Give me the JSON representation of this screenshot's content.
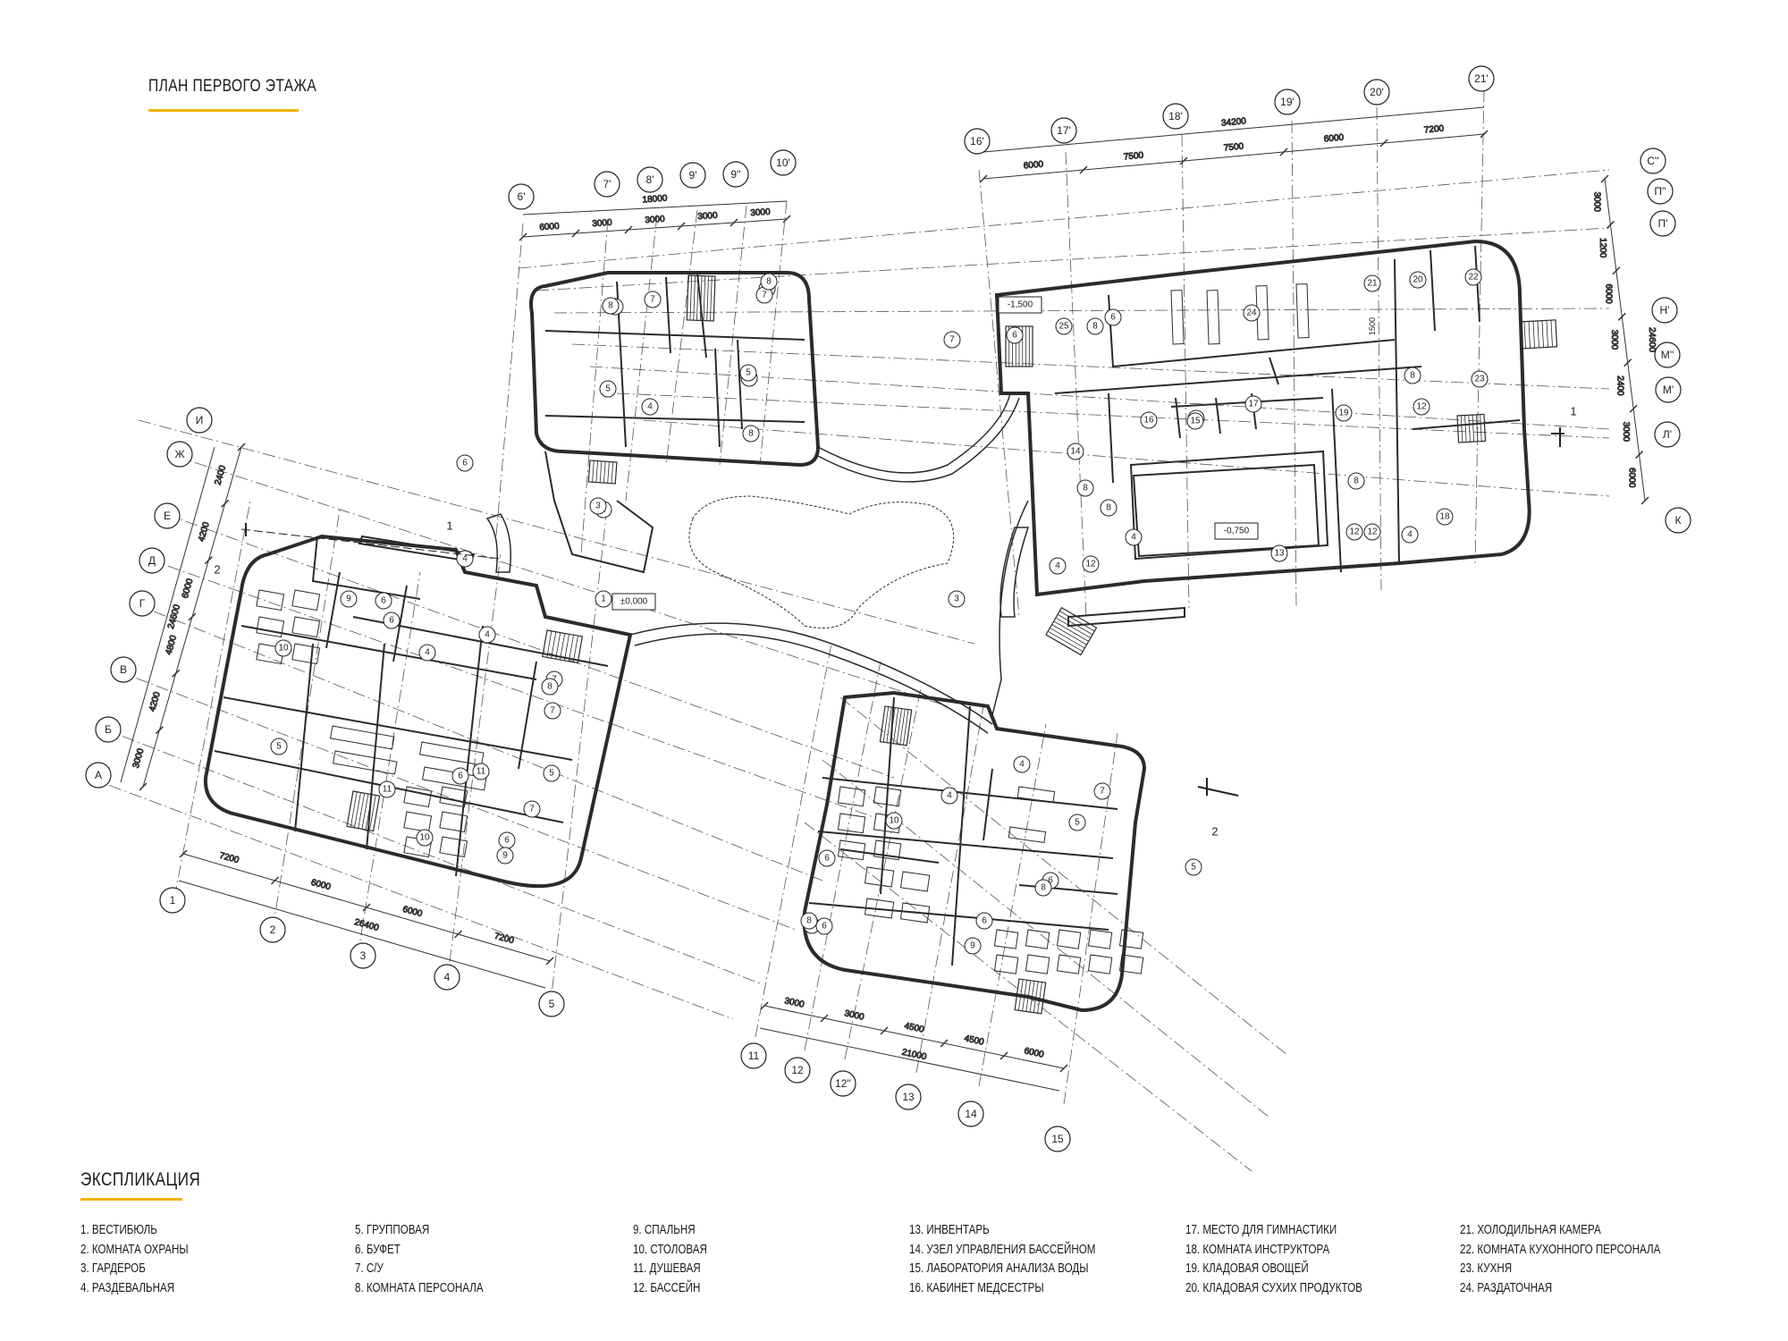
{
  "title": "ПЛАН ПЕРВОГО ЭТАЖА",
  "colors": {
    "accent": "#f2b400",
    "line": "#2b2b2b"
  },
  "levels": [
    "±0,000",
    "-1,500",
    "-0,750"
  ],
  "axes": {
    "top_left": [
      "6'",
      "7'",
      "8'",
      "9'",
      "9''",
      "10'"
    ],
    "top_right": [
      "16'",
      "17'",
      "18'",
      "19'",
      "20'",
      "21'"
    ],
    "right": [
      "С''",
      "П''",
      "П'",
      "Н'",
      "М''",
      "М'",
      "Л'",
      "К"
    ],
    "left": [
      "И",
      "Ж",
      "Е",
      "Д",
      "Г",
      "В",
      "Б",
      "А"
    ],
    "bottom_left": [
      "1",
      "2",
      "3",
      "4",
      "5"
    ],
    "bottom_right": [
      "11",
      "12",
      "12''",
      "13",
      "14",
      "15"
    ]
  },
  "dimensions": {
    "top_left_total": "18000",
    "top_left": [
      "6000",
      "3000",
      "3000",
      "3000",
      "3000"
    ],
    "top_right_total": "34200",
    "top_right": [
      "6000",
      "7500",
      "7500",
      "6000",
      "7200"
    ],
    "right_total": "24600",
    "right": [
      "3000",
      "1200",
      "6000",
      "3000",
      "2400",
      "3000",
      "6000"
    ],
    "left_total": "24600",
    "left": [
      "2400",
      "4200",
      "6000",
      "4800",
      "4200",
      "3000"
    ],
    "bottom_left_total": "26400",
    "bottom_left": [
      "7200",
      "6000",
      "6000",
      "7200"
    ],
    "bottom_right_total": "21000",
    "bottom_right": [
      "3000",
      "3000",
      "4500",
      "4500",
      "6000"
    ],
    "stair_width": "1500"
  },
  "sections": {
    "s1": "1",
    "s2": "2"
  },
  "room_tags": [
    "1",
    "2",
    "3",
    "4",
    "5",
    "6",
    "7",
    "8",
    "9",
    "10",
    "11",
    "12",
    "13",
    "14",
    "15",
    "16",
    "17",
    "18",
    "19",
    "20",
    "21",
    "22",
    "23",
    "24",
    "25"
  ],
  "explication": {
    "title": "ЭКСПЛИКАЦИЯ",
    "col1": [
      "1.  ВЕСТИБЮЛЬ",
      "2.  КОМНАТА ОХРАНЫ",
      "3.  ГАРДЕРОБ",
      "4.  РАЗДЕВАЛЬНАЯ"
    ],
    "col2": [
      "5.  ГРУППОВАЯ",
      "6.  БУФЕТ",
      "7.  С/У",
      "8.  КОМНАТА ПЕРСОНАЛА"
    ],
    "col3": [
      "9.  СПАЛЬНЯ",
      "10. СТОЛОВАЯ",
      "11. ДУШЕВАЯ",
      "12. БАССЕЙН"
    ],
    "col4": [
      "13. ИНВЕНТАРЬ",
      "14. УЗЕЛ УПРАВЛЕНИЯ БАССЕЙНОМ",
      "15. ЛАБОРАТОРИЯ АНАЛИЗА ВОДЫ",
      "16. КАБИНЕТ МЕДСЕСТРЫ"
    ],
    "col5": [
      "17. МЕСТО ДЛЯ ГИМНАСТИКИ",
      "18. КОМНАТА ИНСТРУКТОРА",
      "19. КЛАДОВАЯ ОВОЩЕЙ",
      "20. КЛАДОВАЯ СУХИХ ПРОДУКТОВ"
    ],
    "col6": [
      "21. ХОЛОДИЛЬНАЯ КАМЕРА",
      "22. КОМНАТА КУХОННОГО ПЕРСОНАЛА",
      "23. КУХНЯ",
      "24. РАЗДАТОЧНАЯ"
    ]
  }
}
